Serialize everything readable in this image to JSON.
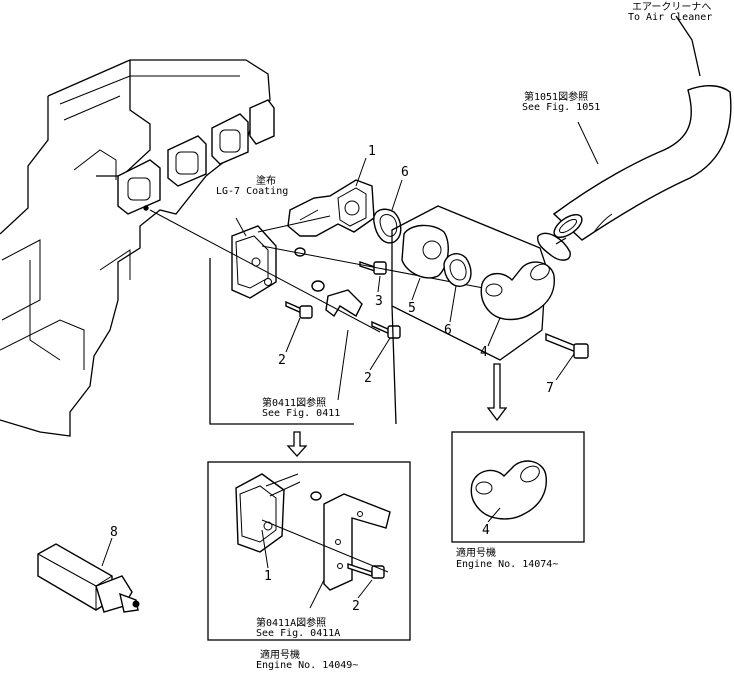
{
  "notes": {
    "air_cleaner_jp": "エアークリーナへ",
    "air_cleaner_en": "To Air Cleaner",
    "fig1051_jp": "第1051図参照",
    "fig1051_en": "See Fig. 1051",
    "coating_jp": "塗布",
    "coating_en": "LG-7  Coating",
    "fig0411_jp": "第0411図参照",
    "fig0411_en": "See Fig. 0411",
    "fig0411a_jp": "第0411A図参照",
    "fig0411a_en": "See Fig. 0411A",
    "engine_a_jp": "適用号機",
    "engine_a_en": "Engine No. 14049~",
    "engine_b_jp": "適用号機",
    "engine_b_en": "Engine No. 14074~"
  },
  "callouts": {
    "c1_top": "1",
    "c6_top": "6",
    "c3": "3",
    "c2_left": "2",
    "c2_right": "2",
    "c5": "5",
    "c6_mid": "6",
    "c4": "4",
    "c7": "7",
    "c4_detail": "4",
    "c8": "8",
    "c1_detail": "1",
    "c2_detail": "2"
  }
}
